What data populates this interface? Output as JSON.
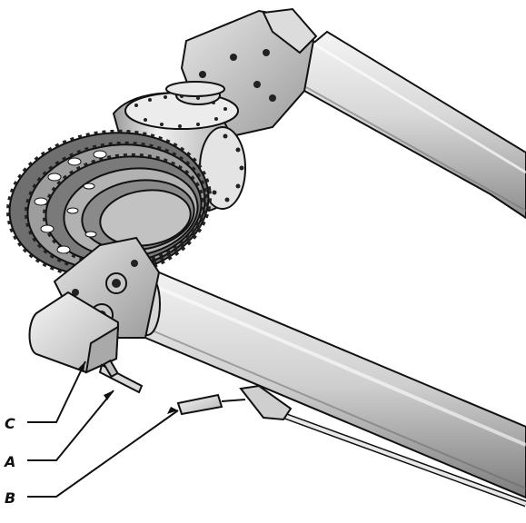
{
  "labels": {
    "c": "C",
    "a": "A",
    "b": "B"
  },
  "colors": {
    "outline": "#111111",
    "metal_light": "#f1f1f1",
    "metal_mid": "#c9c9c9",
    "metal_dark": "#8c8c8c",
    "cog_light": "#bdbdbd",
    "cog_dark": "#5e5e5e"
  }
}
